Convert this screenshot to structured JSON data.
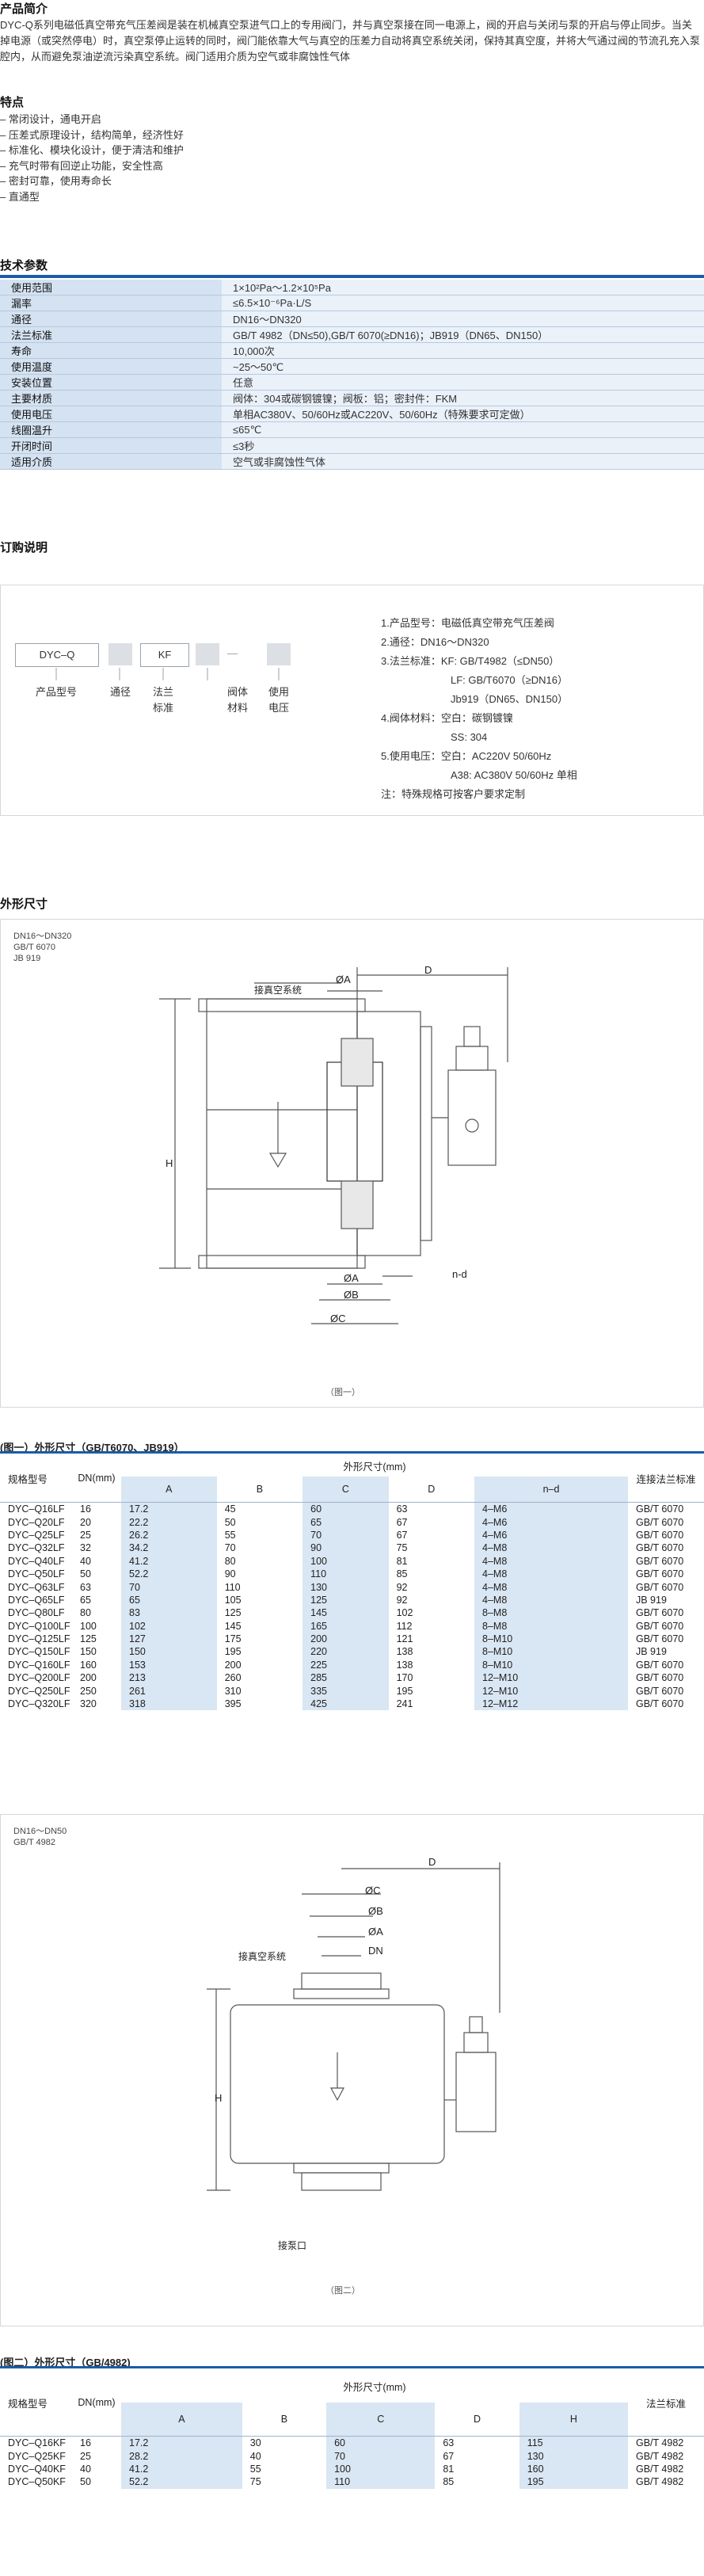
{
  "intro": {
    "title": "产品简介",
    "text": "DYC-Q系列电磁低真空带充气压差阀是装在机械真空泵进气口上的专用阀门，并与真空泵接在同一电源上，阀的开启与关闭与泵的开启与停止同步。当关掉电源（或突然停电）时，真空泵停止运转的同时，阀门能依靠大气与真空的压差力自动将真空系统关闭，保持其真空度，并将大气通过阀的节流孔充入泵腔内，从而避免泵油逆流污染真空系统。阀门适用介质为空气或非腐蚀性气体"
  },
  "features": {
    "title": "特点",
    "items": [
      "常闭设计，通电开启",
      "压差式原理设计，结构简单，经济性好",
      "标准化、模块化设计，便于清洁和维护",
      "充气时带有回逆止功能，安全性高",
      "密封可靠，使用寿命长",
      "直通型"
    ]
  },
  "specs": {
    "title": "技术参数",
    "rows": [
      {
        "k": "使用范围",
        "v": "1×10²Pa～1.2×10⁵Pa"
      },
      {
        "k": "漏率",
        "v": "≤6.5×10⁻⁶Pa·L/S"
      },
      {
        "k": "通径",
        "v": "DN16～DN320"
      },
      {
        "k": "法兰标准",
        "v": "GB/T 4982（DN≤50),GB/T 6070(≥DN16)；JB919（DN65、DN150）"
      },
      {
        "k": "寿命",
        "v": "10,000次"
      },
      {
        "k": "使用温度",
        "v": "~25～50℃"
      },
      {
        "k": "安装位置",
        "v": "任意"
      },
      {
        "k": "主要材质",
        "v": "阀体：304或碳钢镀镍；阀板：铝；密封件：FKM"
      },
      {
        "k": "使用电压",
        "v": "单相AC380V、50/60Hz或AC220V、50/60Hz（特殊要求可定做）"
      },
      {
        "k": "线圈温升",
        "v": "≤65℃"
      },
      {
        "k": "开闭时间",
        "v": "≤3秒"
      },
      {
        "k": "适用介质",
        "v": "空气或非腐蚀性气体"
      }
    ]
  },
  "order": {
    "title": "订购说明",
    "box_model": "DYC–Q",
    "box_flange": "KF",
    "dash": "—",
    "labels": [
      "产品型号",
      "通径",
      "法兰\n标准",
      "阀体\n材料",
      "使用\n电压"
    ],
    "list": [
      "1.产品型号：电磁低真空带充气压差阀",
      "2.通径：DN16～DN320",
      "3.法兰标准：KF: GB/T4982（≤DN50）",
      "LF: GB/T6070（≥DN16）",
      "Jb919（DN65、DN150）",
      "4.阀体材料：空白：碳钢镀镍",
      "SS: 304",
      "5.使用电压：空白：AC220V 50/60Hz",
      "A38: AC380V 50/60Hz 单相",
      "注：特殊规格可按客户要求定制"
    ]
  },
  "dims": {
    "title": "外形尺寸",
    "fig1": {
      "note": [
        "DN16～DN320",
        "GB/T 6070",
        "JB 919"
      ],
      "labels": {
        "interface": "接真空系统",
        "A_top": "ØA",
        "D": "D",
        "H": "H",
        "A_bot": "ØA",
        "B": "ØB",
        "C": "ØC",
        "nd": "n-d"
      },
      "caption": "（图一）"
    },
    "fig2": {
      "note": [
        "DN16～DN50",
        "GB/T 4982"
      ],
      "labels": {
        "interface": "接真空系统",
        "C": "ØC",
        "B": "ØB",
        "A": "ØA",
        "DN": "DN",
        "D": "D",
        "H": "H",
        "pump": "接泵口"
      },
      "caption": "（图二）"
    }
  },
  "table1": {
    "title": "(图一）外形尺寸（GB/T6070、JB919）",
    "h_model": "规格型号",
    "h_dn": "DN(mm)",
    "h_group": "外形尺寸(mm)",
    "h_flange": "连接法兰标准",
    "cols": [
      "A",
      "B",
      "C",
      "D",
      "n–d"
    ],
    "rows": [
      [
        "DYC–Q16LF",
        "16",
        "17.2",
        "45",
        "60",
        "63",
        "4–M6",
        "GB/T 6070"
      ],
      [
        "DYC–Q20LF",
        "20",
        "22.2",
        "50",
        "65",
        "67",
        "4–M6",
        "GB/T 6070"
      ],
      [
        "DYC–Q25LF",
        "25",
        "26.2",
        "55",
        "70",
        "67",
        "4–M6",
        "GB/T 6070"
      ],
      [
        "DYC–Q32LF",
        "32",
        "34.2",
        "70",
        "90",
        "75",
        "4–M8",
        "GB/T 6070"
      ],
      [
        "DYC–Q40LF",
        "40",
        "41.2",
        "80",
        "100",
        "81",
        "4–M8",
        "GB/T 6070"
      ],
      [
        "DYC–Q50LF",
        "50",
        "52.2",
        "90",
        "110",
        "85",
        "4–M8",
        "GB/T 6070"
      ],
      [
        "DYC–Q63LF",
        "63",
        "70",
        "110",
        "130",
        "92",
        "4–M8",
        "GB/T 6070"
      ],
      [
        "DYC–Q65LF",
        "65",
        "65",
        "105",
        "125",
        "92",
        "4–M8",
        "JB 919"
      ],
      [
        "DYC–Q80LF",
        "80",
        "83",
        "125",
        "145",
        "102",
        "8–M8",
        "GB/T 6070"
      ],
      [
        "DYC–Q100LF",
        "100",
        "102",
        "145",
        "165",
        "112",
        "8–M8",
        "GB/T 6070"
      ],
      [
        "DYC–Q125LF",
        "125",
        "127",
        "175",
        "200",
        "121",
        "8–M10",
        "GB/T 6070"
      ],
      [
        "DYC–Q150LF",
        "150",
        "150",
        "195",
        "220",
        "138",
        "8–M10",
        "JB 919"
      ],
      [
        "DYC–Q160LF",
        "160",
        "153",
        "200",
        "225",
        "138",
        "8–M10",
        "GB/T 6070"
      ],
      [
        "DYC–Q200LF",
        "200",
        "213",
        "260",
        "285",
        "170",
        "12–M10",
        "GB/T 6070"
      ],
      [
        "DYC–Q250LF",
        "250",
        "261",
        "310",
        "335",
        "195",
        "12–M10",
        "GB/T 6070"
      ],
      [
        "DYC–Q320LF",
        "320",
        "318",
        "395",
        "425",
        "241",
        "12–M12",
        "GB/T 6070"
      ]
    ]
  },
  "table2": {
    "title": "(图二）外形尺寸（GB/4982)",
    "h_model": "规格型号",
    "h_dn": "DN(mm)",
    "h_group": "外形尺寸(mm)",
    "h_flange": "法兰标准",
    "cols": [
      "A",
      "B",
      "C",
      "D",
      "H"
    ],
    "rows": [
      [
        "DYC–Q16KF",
        "16",
        "17.2",
        "30",
        "60",
        "63",
        "115",
        "GB/T 4982"
      ],
      [
        "DYC–Q25KF",
        "25",
        "28.2",
        "40",
        "70",
        "67",
        "130",
        "GB/T 4982"
      ],
      [
        "DYC–Q40KF",
        "40",
        "41.2",
        "55",
        "100",
        "81",
        "160",
        "GB/T 4982"
      ],
      [
        "DYC–Q50KF",
        "50",
        "52.2",
        "75",
        "110",
        "85",
        "195",
        "GB/T 4982"
      ]
    ]
  }
}
